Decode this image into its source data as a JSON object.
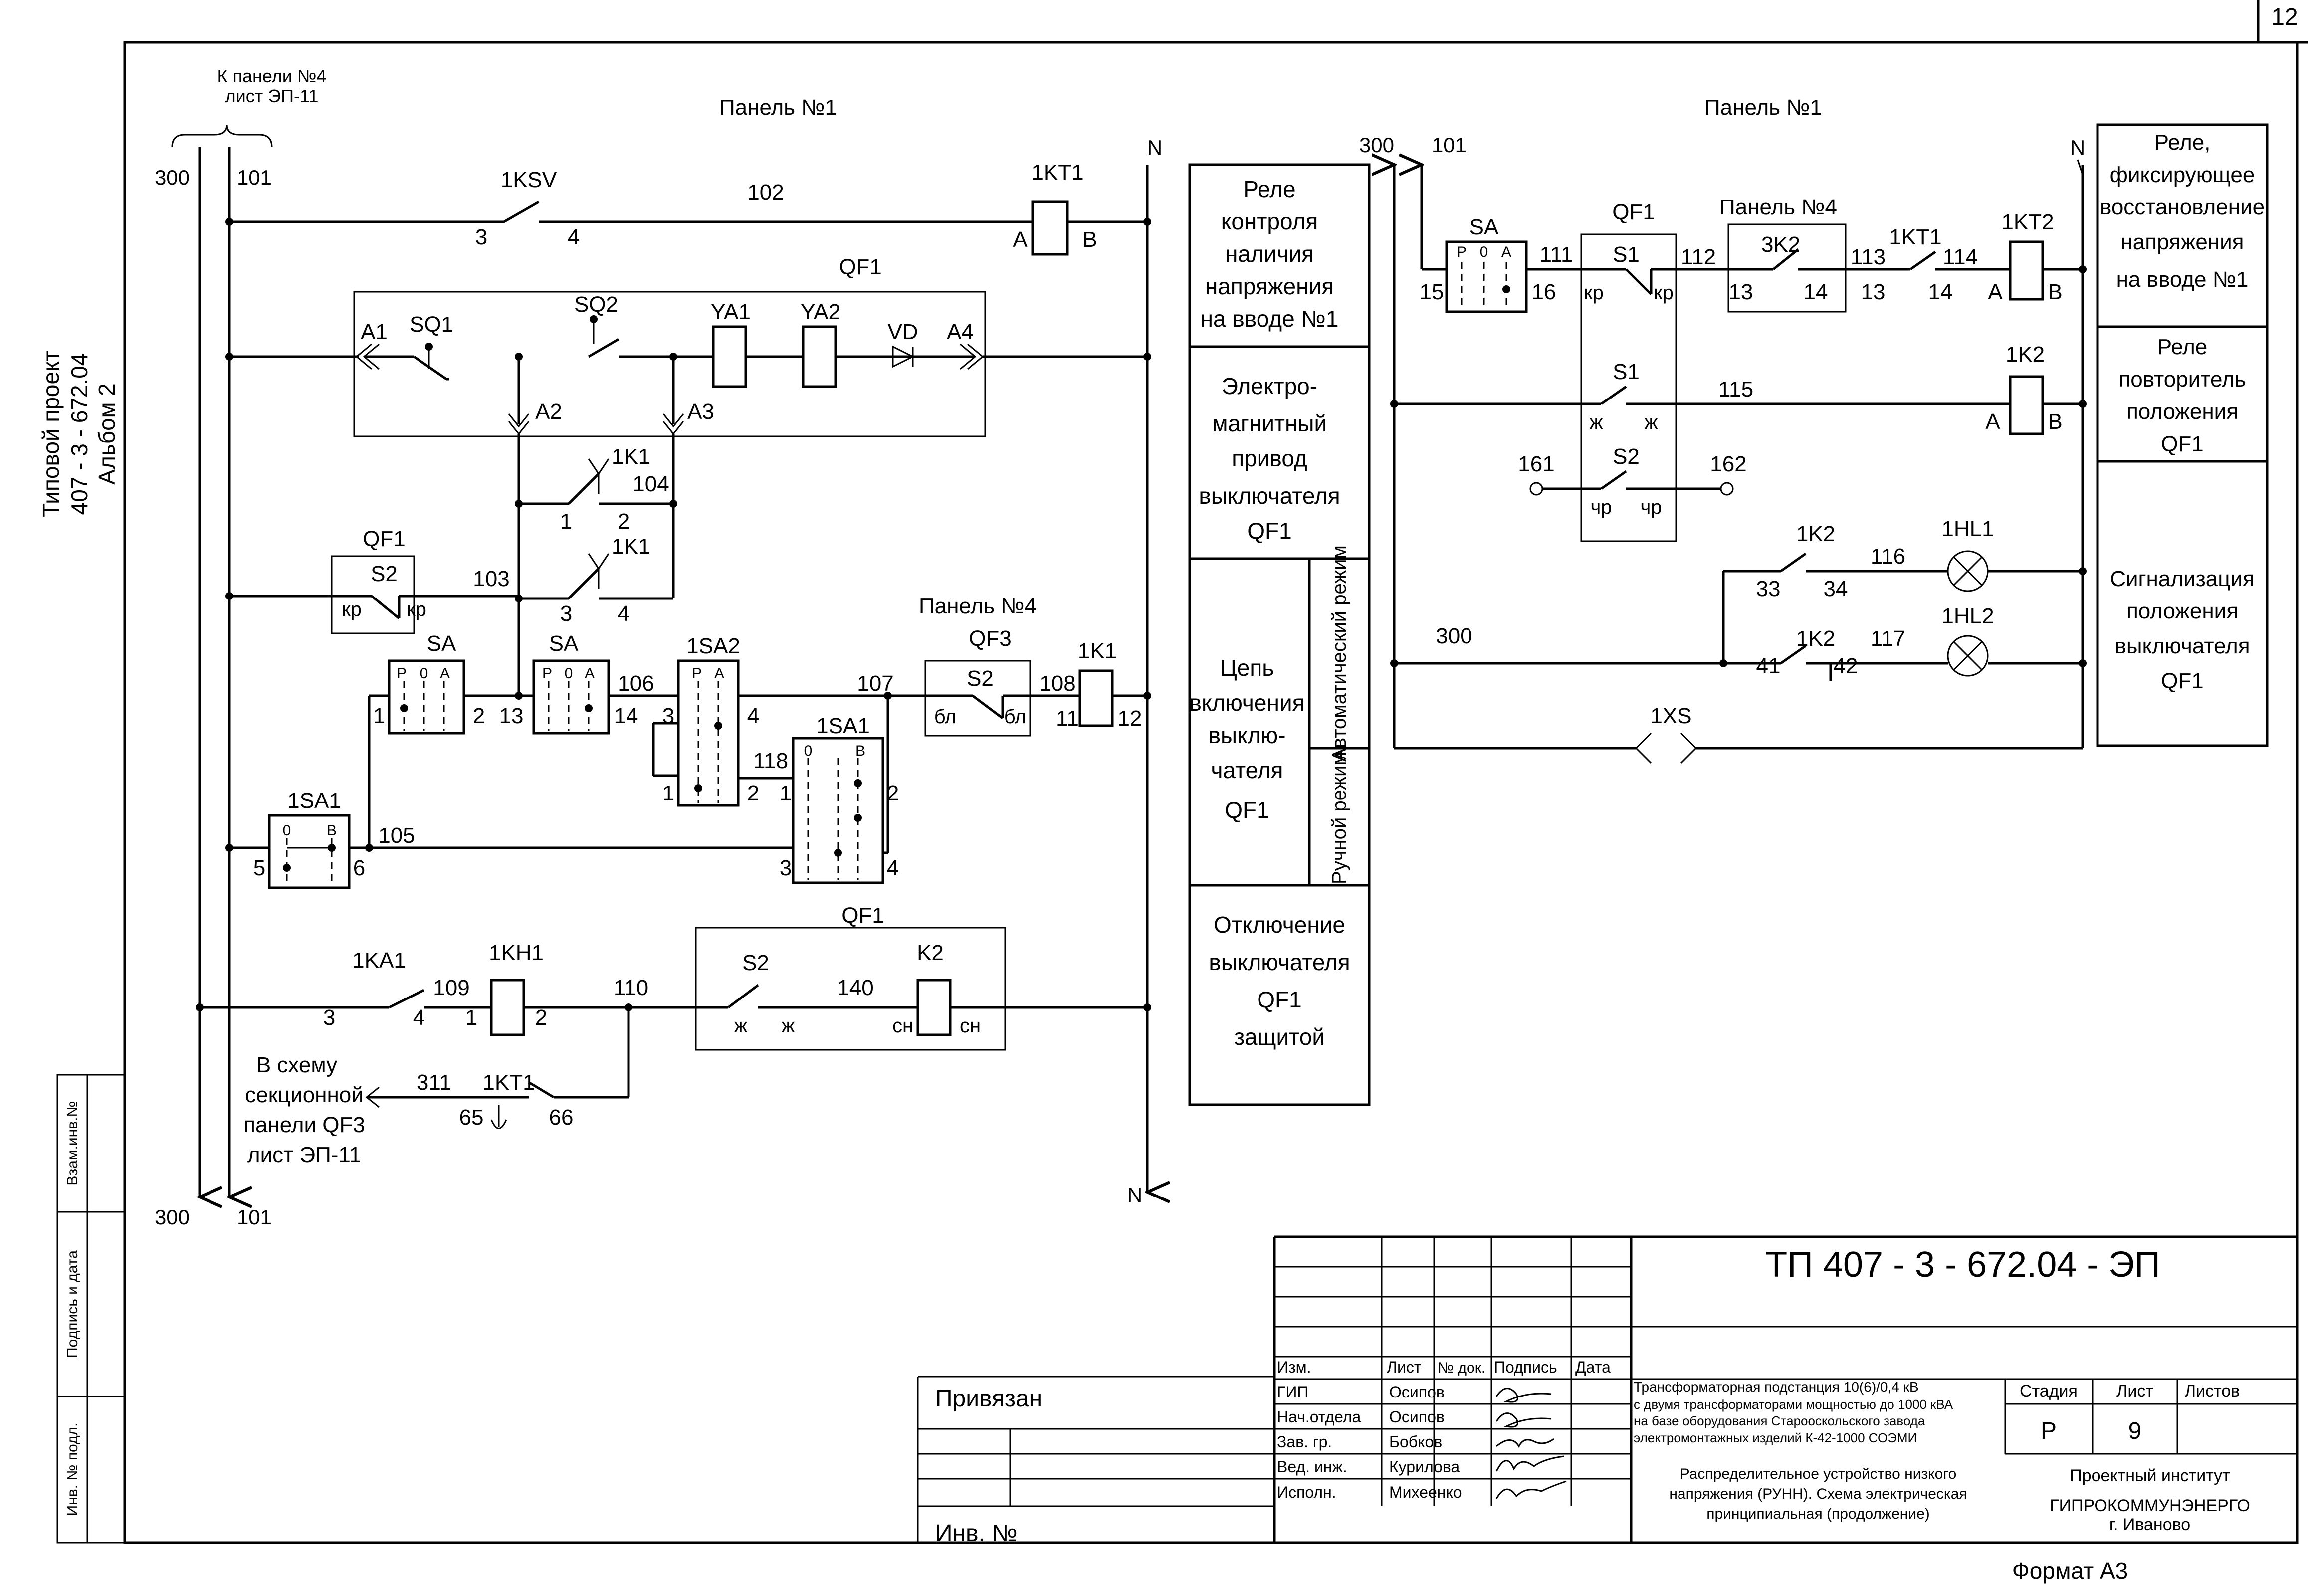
{
  "page_number": "12",
  "format_label": "Формат А3",
  "side_stamp": {
    "project_line1": "Типовой проект",
    "project_line2": "407 - 3 - 672.04",
    "project_line3": "Альбом 2",
    "cell_vzam": "Взам.инв.№",
    "cell_podpis": "Подпись и дата",
    "cell_inv": "Инв. № подл."
  },
  "left_panel": {
    "title": "Панель №1",
    "to_panel_line1": "К панели №4",
    "to_panel_line2": "лист ЭП-11",
    "bus_300": "300",
    "bus_101": "101",
    "neutral": "N",
    "to_section_line1": "В схему",
    "to_section_line2": "секционной",
    "to_section_line3": "панели QF3",
    "to_section_line4": "лист ЭП-11",
    "labels": {
      "k1ksv": "1KSV",
      "w102": "102",
      "k1kt1": "1KT1",
      "c3": "3",
      "c4": "4",
      "cA": "A",
      "cB": "B",
      "qf1": "QF1",
      "a1": "A1",
      "sq1": "SQ1",
      "sq2": "SQ2",
      "ya1": "YA1",
      "ya2": "YA2",
      "vd": "VD",
      "a4": "A4",
      "a2": "A2",
      "a3": "A3",
      "k1k1": "1K1",
      "w104": "104",
      "n1": "1",
      "n2": "2",
      "k1k1b": "1K1",
      "qf1b": "QF1",
      "s2": "S2",
      "kr1": "кр",
      "kr2": "кр",
      "w103": "103",
      "n3": "3",
      "n4": "4",
      "sa1": "SA",
      "sa2": "SA",
      "sa1_2": "1SA2",
      "w107": "107",
      "pan4": "Панель №4",
      "qf3": "QF3",
      "s2b": "S2",
      "k1k1c": "1K1",
      "w106": "106",
      "w108": "108",
      "t1": "1",
      "t2": "2",
      "t13": "13",
      "t14": "14",
      "t3": "3",
      "t4": "4",
      "t11": "11",
      "t12": "12",
      "bl1": "бл",
      "bl2": "бл",
      "w118": "118",
      "sa1_1": "1SA1",
      "t1b": "1",
      "t2b": "2",
      "t1c": "1",
      "t2c": "2",
      "t3c": "3",
      "t4c": "4",
      "sa1_1b": "1SA1",
      "t5": "5",
      "t6": "6",
      "w105": "105",
      "qf1c": "QF1",
      "ka1": "1KA1",
      "w109": "109",
      "kh1": "1KH1",
      "w110": "110",
      "s2c": "S2",
      "w140": "140",
      "k2": "K2",
      "zh1": "ж",
      "zh2": "ж",
      "sn1": "сн",
      "sn2": "сн",
      "t3d": "3",
      "t4d": "4",
      "t1d": "1",
      "t2d": "2",
      "w311": "311",
      "k1kt1b": "1KT1",
      "t65": "65",
      "t66": "66",
      "sw_p": "Р",
      "sw_o": "0",
      "sw_a": "А",
      "sw_b": "В"
    }
  },
  "function_table": {
    "rows": [
      [
        "Реле",
        "контроля",
        "наличия",
        "напряжения",
        "на вводе №1"
      ],
      [
        "Электро-",
        "магнитный",
        "привод",
        "выключателя",
        "QF1"
      ],
      [
        "Цепь",
        "включения",
        "выклю-",
        "чателя",
        "QF1"
      ],
      [
        "Отключение",
        "выключателя",
        "QF1",
        "защитой"
      ]
    ],
    "mode_auto": "Автоматический режим",
    "mode_manual": "Ручной режим"
  },
  "right_panel": {
    "title": "Панель №1",
    "bus_300": "300",
    "bus_101": "101",
    "neutral": "N",
    "labels": {
      "sa": "SA",
      "qf1": "QF1",
      "pan4": "Панель №4",
      "k1kt1": "1KT1",
      "k1kt2": "1KT2",
      "w111": "111",
      "s1": "S1",
      "w112": "112",
      "k3k2": "3K2",
      "w113": "113",
      "w114": "114",
      "t15": "15",
      "t16": "16",
      "kr1": "кр",
      "kr2": "кр",
      "t13": "13",
      "t14": "14",
      "t13b": "13",
      "t14b": "14",
      "cA": "A",
      "cB": "B",
      "s1b": "S1",
      "w115": "115",
      "k1k2": "1K2",
      "zh1": "ж",
      "zh2": "ж",
      "cA2": "A",
      "cB2": "B",
      "w161": "161",
      "s2": "S2",
      "w162": "162",
      "chr1": "чр",
      "chr2": "чр",
      "k1k2b": "1K2",
      "hl1": "1HL1",
      "w116": "116",
      "t33": "33",
      "t34": "34",
      "w300": "300",
      "k1k2c": "1K2",
      "w117": "117",
      "hl2": "1HL2",
      "t41": "41",
      "t42": "42",
      "xs": "1XS",
      "sw_p": "Р",
      "sw_o": "0",
      "sw_a": "А"
    }
  },
  "right_table": {
    "rows": [
      [
        "Реле,",
        "фиксирующее",
        "восстановление",
        "напряжения",
        "на вводе №1"
      ],
      [
        "Реле",
        "повторитель",
        "положения",
        "QF1"
      ],
      [
        "Сигнализация",
        "положения",
        "выключателя",
        "QF1"
      ]
    ]
  },
  "title_block": {
    "doc_code": "ТП 407 - 3 - 672.04 - ЭП",
    "privyazan": "Привязан",
    "inv_no": "Инв. №",
    "headers": {
      "izm": "Изм.",
      "list": "Лист",
      "ndok": "№ док.",
      "podpis": "Подпись",
      "data": "Дата"
    },
    "staff": [
      {
        "role": "ГИП",
        "name": "Осипов"
      },
      {
        "role": "Нач.отдела",
        "name": "Осипов"
      },
      {
        "role": "Зав. гр.",
        "name": "Бобков"
      },
      {
        "role": "Вед. инж.",
        "name": "Курилова"
      },
      {
        "role": "Исполн.",
        "name": "Михеенко"
      }
    ],
    "description_line1": "Трансформаторная подстанция 10(6)/0,4 кВ",
    "description_line2": "с двумя трансформаторами мощностью до 1000 кВА",
    "description_line3": "на базе оборудования Старооскольского завода",
    "description_line4": "электромонтажных изделий К-42-1000 СОЭМИ",
    "sheet_title_line1": "Распределительное устройство низкого",
    "sheet_title_line2": "напряжения (РУНН). Схема электрическая",
    "sheet_title_line3": "принципиальная (продолжение)",
    "stage_label": "Стадия",
    "sheet_label": "Лист",
    "sheets_label": "Листов",
    "stage_value": "Р",
    "sheet_value": "9",
    "sheets_value": "",
    "org_line1": "Проектный институт",
    "org_line2": "ГИПРОКОММУНЭНЕРГО",
    "org_line3": "г. Иваново"
  }
}
